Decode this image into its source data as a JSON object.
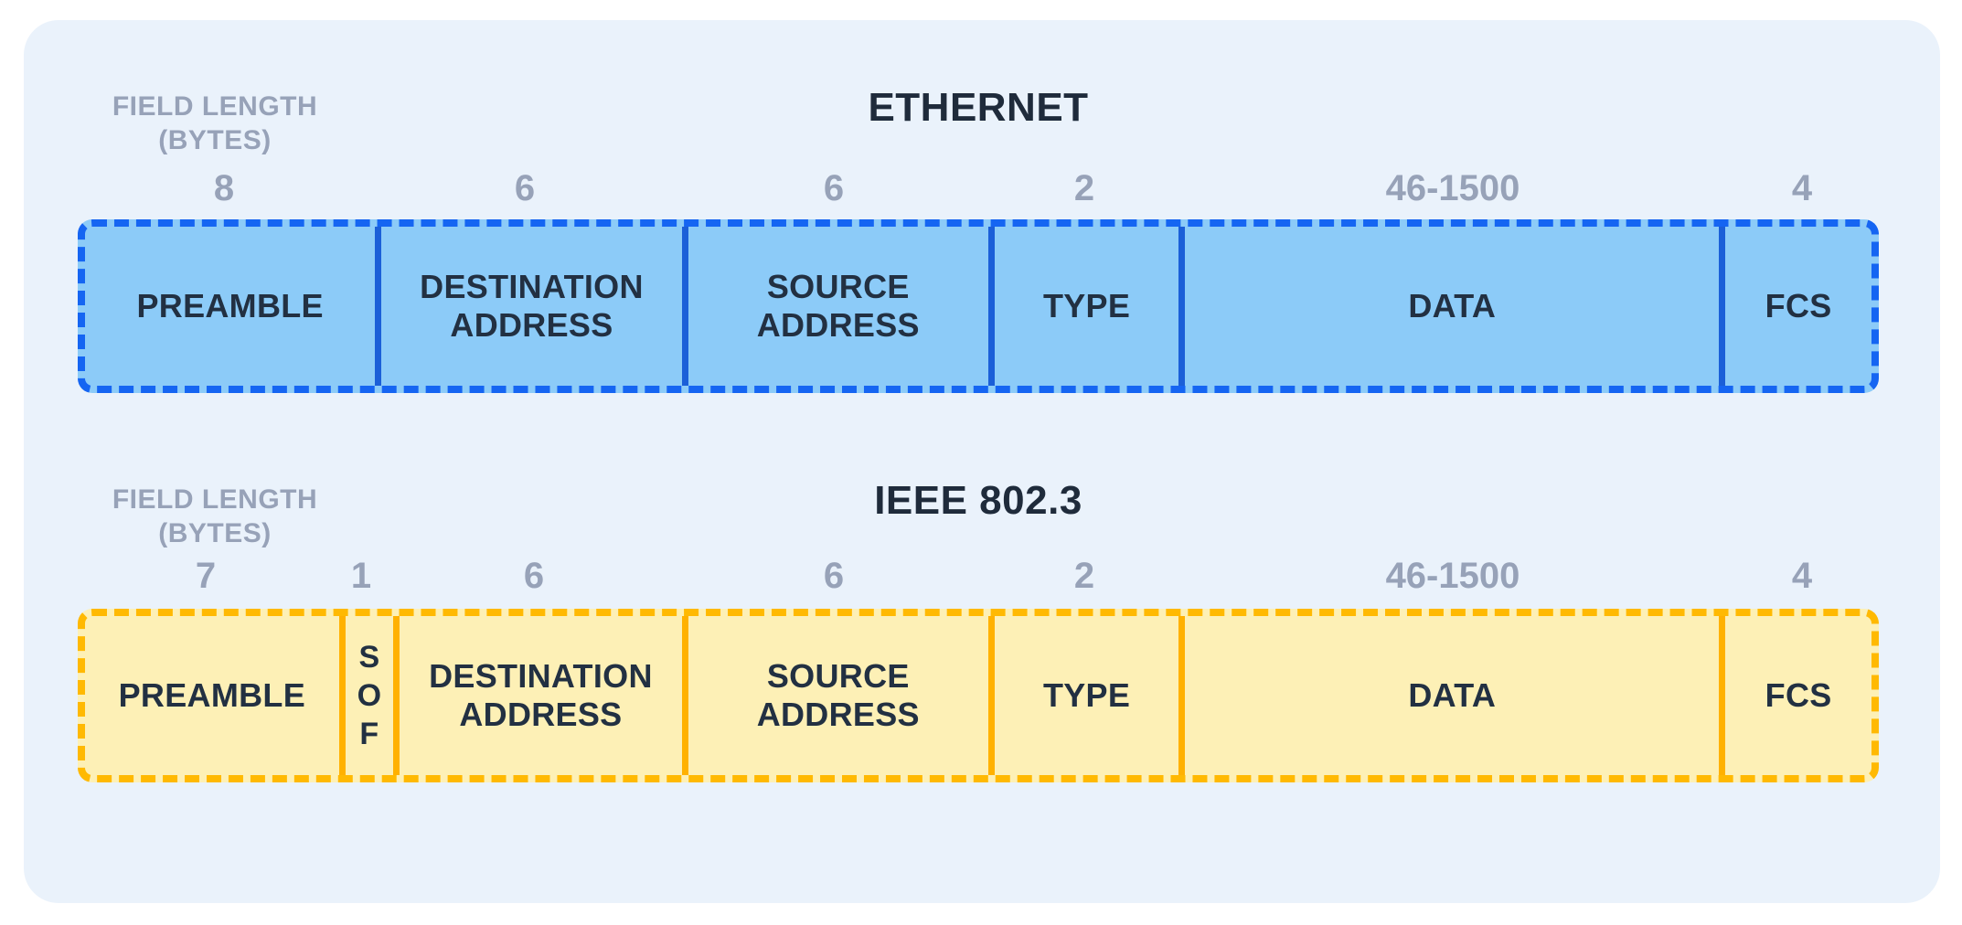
{
  "page": {
    "background_color": "#FFFFFF",
    "panel_color": "#EAF2FB"
  },
  "ethernet": {
    "title": "ETHERNET",
    "field_length_label": {
      "line1": "FIELD LENGTH",
      "line2": "(BYTES)"
    },
    "colors": {
      "fill": "#8CCBF8",
      "border": "#1565F2",
      "divider": "#1B5FD8"
    },
    "fields": [
      {
        "label": "PREAMBLE",
        "bytes": "8"
      },
      {
        "label": "DESTINATION ADDRESS",
        "bytes": "6"
      },
      {
        "label": "SOURCE ADDRESS",
        "bytes": "6"
      },
      {
        "label": "TYPE",
        "bytes": "2"
      },
      {
        "label": "DATA",
        "bytes": "46-1500"
      },
      {
        "label": "FCS",
        "bytes": "4"
      }
    ]
  },
  "ieee8023": {
    "title": "IEEE 802.3",
    "field_length_label": {
      "line1": "FIELD LENGTH",
      "line2": "(BYTES)"
    },
    "colors": {
      "fill": "#FDF0B6",
      "border": "#FFB902",
      "divider": "#FFB100"
    },
    "fields": [
      {
        "label": "PREAMBLE",
        "bytes": "7"
      },
      {
        "label": "S O F",
        "bytes": "1"
      },
      {
        "label": "DESTINATION ADDRESS",
        "bytes": "6"
      },
      {
        "label": "SOURCE ADDRESS",
        "bytes": "6"
      },
      {
        "label": "TYPE",
        "bytes": "2"
      },
      {
        "label": "DATA",
        "bytes": "46-1500"
      },
      {
        "label": "FCS",
        "bytes": "4"
      }
    ]
  }
}
